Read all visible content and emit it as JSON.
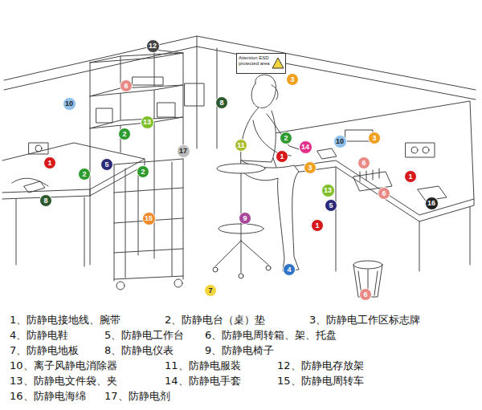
{
  "diagram": {
    "nodes": [
      {
        "text": [
          "12"
        ]
      },
      {
        "text": [
          "Attention ESD protected area"
        ]
      },
      {
        "text": [
          "3"
        ]
      },
      {
        "text": [
          "6"
        ]
      },
      {
        "text": [
          "8"
        ]
      },
      {
        "text": [
          "10"
        ]
      },
      {
        "text": [
          "13"
        ]
      },
      {
        "text": [
          "2"
        ]
      },
      {
        "text": [
          "2"
        ]
      },
      {
        "text": [
          "3"
        ]
      },
      {
        "text": [
          "10"
        ]
      },
      {
        "text": [
          "11"
        ]
      },
      {
        "text": [
          "14"
        ]
      },
      {
        "text": [
          "17"
        ]
      },
      {
        "text": [
          "1"
        ]
      },
      {
        "text": [
          "1"
        ]
      },
      {
        "text": [
          "6"
        ]
      },
      {
        "text": [
          "5"
        ]
      },
      {
        "text": [
          "3"
        ]
      },
      {
        "text": [
          "2"
        ]
      },
      {
        "text": [
          "2"
        ]
      },
      {
        "text": [
          "1"
        ]
      },
      {
        "text": [
          "13"
        ]
      },
      {
        "text": [
          "6"
        ]
      },
      {
        "text": [
          "8"
        ]
      },
      {
        "text": [
          "16"
        ]
      },
      {
        "text": [
          "5"
        ]
      },
      {
        "text": [
          "15"
        ]
      },
      {
        "text": [
          "9"
        ]
      },
      {
        "text": [
          "1"
        ]
      },
      {
        "text": [
          "4"
        ]
      },
      {
        "text": [
          "7"
        ]
      },
      {
        "text": [
          "6"
        ]
      }
    ],
    "labels": [
      "1、防静电接地线、腕带",
      "2、防静电台（桌）垫",
      "3、防静电工作区标志牌",
      "4、防静电鞋",
      "5、防静电工作台",
      "6、防静电周转箱、架、托盘",
      "7、防静电地板",
      "8、防静电仪表",
      "9、防静电椅子",
      "10、离子风静电消除器",
      "11、防静电服装",
      "12、防静电存放架",
      "13、防静电文件袋、夹",
      "14、防静电手套",
      "15、防静电周转车",
      "16、防静电海绵",
      "17、防静电剂"
    ]
  }
}
